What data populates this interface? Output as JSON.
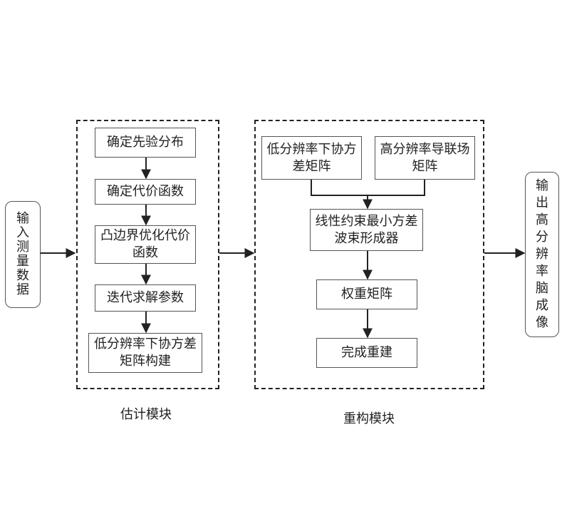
{
  "input": {
    "label": "输\n入\n测\n量\n数\n据"
  },
  "output": {
    "label": "输\n出\n高\n分\n辨\n率\n脑\n成\n像"
  },
  "estimation_module": {
    "caption": "估计模块",
    "steps": [
      "确定先验分布",
      "确定代价函数",
      "凸边界优化代价函数",
      "迭代求解参数",
      "低分辨率下协方差矩阵构建"
    ]
  },
  "reconstruction_module": {
    "caption": "重构模块",
    "inputs": [
      "低分辨率下协方差矩阵",
      "高分辨率导联场矩阵"
    ],
    "steps": [
      "线性约束最小方差波束形成器",
      "权重矩阵",
      "完成重建"
    ]
  },
  "colors": {
    "line": "#222222",
    "box_border": "#555555"
  }
}
